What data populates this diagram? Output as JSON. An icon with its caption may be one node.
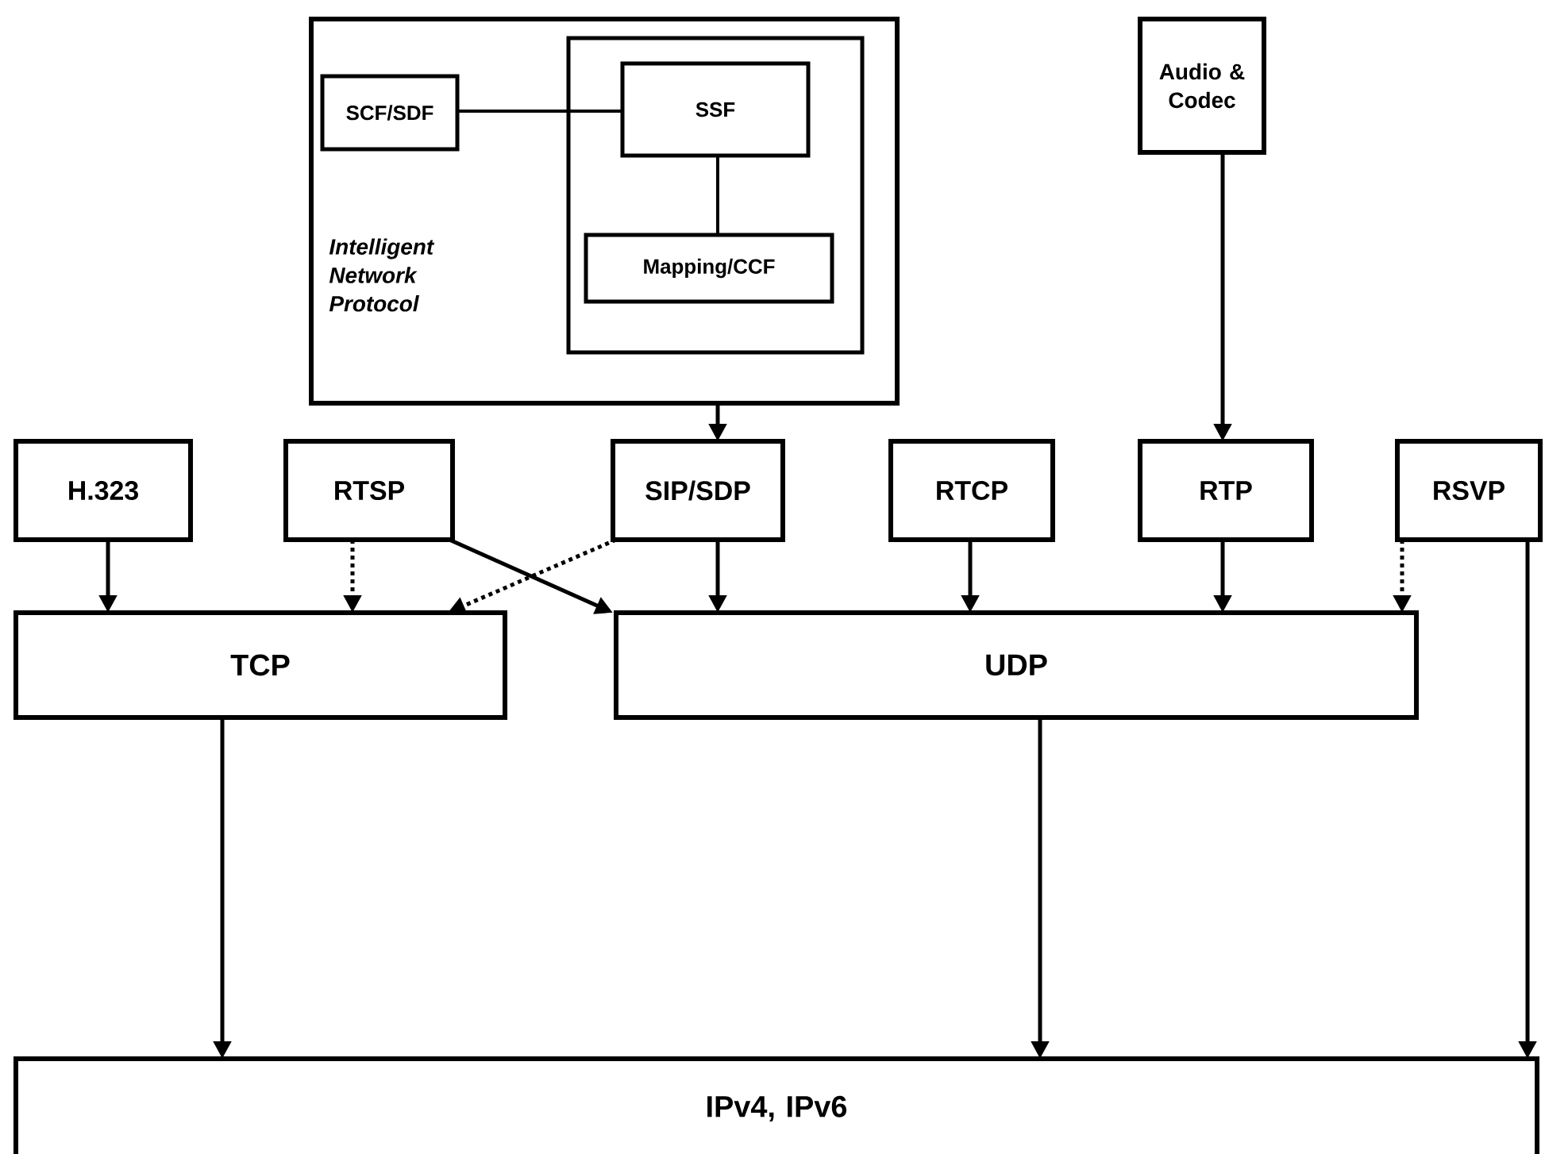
{
  "diagram": {
    "nodes": [
      {
        "text": [
          "Intelligent Network Protocol"
        ]
      },
      {
        "text": [
          "SCF/SDF"
        ],
        "in": 0
      },
      {
        "text": [],
        "shape": "box",
        "in": 0
      },
      {
        "text": [
          "SSF"
        ],
        "in": 2
      },
      {
        "text": [
          "Mapping/CCF"
        ],
        "in": 2
      },
      {
        "text": [
          "Audio & Codec"
        ]
      },
      {
        "text": [
          "H.323"
        ]
      },
      {
        "text": [
          "RTSP"
        ]
      },
      {
        "text": [
          "SIP/SDP"
        ]
      },
      {
        "text": [
          "RTCP"
        ]
      },
      {
        "text": [
          "RTP"
        ]
      },
      {
        "text": [
          "RSVP"
        ]
      },
      {
        "text": [
          "TCP"
        ]
      },
      {
        "text": [
          "UDP"
        ]
      },
      {
        "text": [
          "IPv4, IPv6"
        ]
      }
    ],
    "edges": [
      {
        "from": 1,
        "to": 3,
        "arrow": "none"
      },
      {
        "from": 3,
        "to": 4,
        "arrow": "none"
      },
      {
        "from": 0,
        "to": 8,
        "arrow": "to"
      },
      {
        "from": 5,
        "to": 10,
        "arrow": "to"
      },
      {
        "from": 6,
        "to": 12,
        "arrow": "to"
      },
      {
        "from": 7,
        "to": 12,
        "arrow": "to",
        "style": "dashed"
      },
      {
        "from": 8,
        "to": 12,
        "arrow": "to",
        "style": "dashed"
      },
      {
        "from": 7,
        "to": 13,
        "arrow": "to"
      },
      {
        "from": 8,
        "to": 13,
        "arrow": "to"
      },
      {
        "from": 9,
        "to": 13,
        "arrow": "to"
      },
      {
        "from": 10,
        "to": 13,
        "arrow": "to"
      },
      {
        "from": 11,
        "to": 13,
        "arrow": "to",
        "style": "dashed"
      },
      {
        "from": 12,
        "to": 14,
        "arrow": "to"
      },
      {
        "from": 13,
        "to": 14,
        "arrow": "to"
      },
      {
        "from": 11,
        "to": 14,
        "arrow": "to"
      }
    ]
  }
}
